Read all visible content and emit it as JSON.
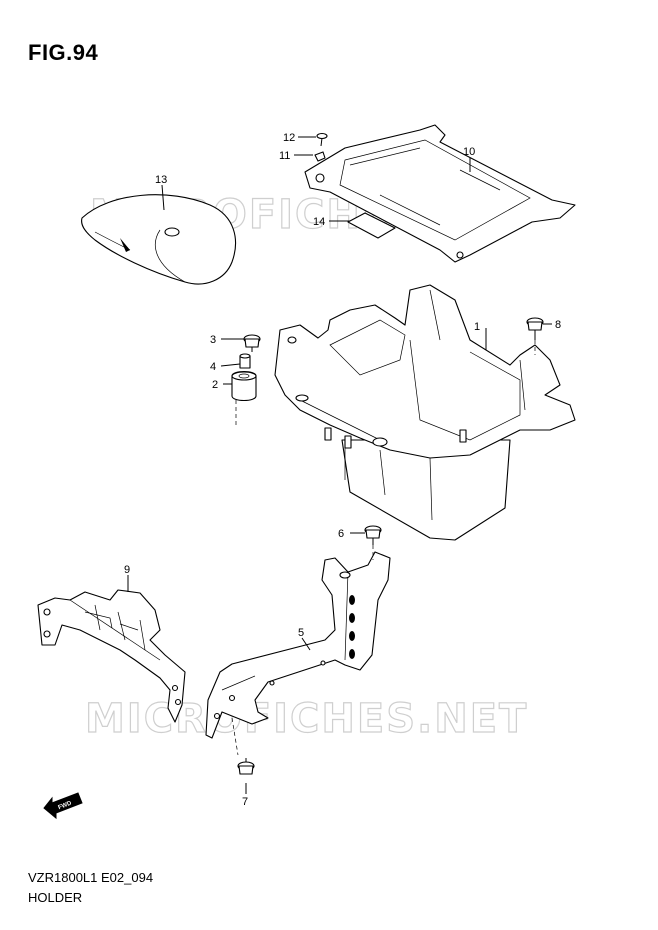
{
  "figure": {
    "title": "FIG.94",
    "code": "VZR1800L1 E02_094",
    "caption": "HOLDER"
  },
  "watermark": {
    "text_top": "MICROFICHES.NET",
    "text_bottom": "MICROFICHES.NET"
  },
  "fwd_label": "FWD",
  "parts": [
    {
      "id": "p1",
      "label": "1"
    },
    {
      "id": "p2",
      "label": "2"
    },
    {
      "id": "p3",
      "label": "3"
    },
    {
      "id": "p4",
      "label": "4"
    },
    {
      "id": "p5",
      "label": "5"
    },
    {
      "id": "p6",
      "label": "6"
    },
    {
      "id": "p7",
      "label": "7"
    },
    {
      "id": "p8",
      "label": "8"
    },
    {
      "id": "p9",
      "label": "9"
    },
    {
      "id": "p10",
      "label": "10"
    },
    {
      "id": "p11",
      "label": "11"
    },
    {
      "id": "p12",
      "label": "12"
    },
    {
      "id": "p13",
      "label": "13"
    },
    {
      "id": "p14",
      "label": "14"
    }
  ]
}
